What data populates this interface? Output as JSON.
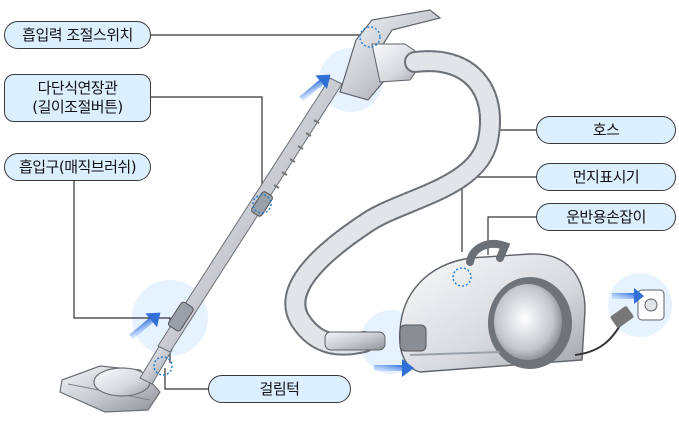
{
  "callouts": {
    "suction_switch": "흡입력 조절스위치",
    "extension_pipe_line1": "다단식연장관",
    "extension_pipe_line2": "(길이조절버튼)",
    "nozzle": "흡입구(매직브러쉬)",
    "hose": "호스",
    "dust_indicator": "먼지표시기",
    "carry_handle": "운반용손잡이",
    "hook": "걸림턱"
  },
  "colors": {
    "callout_fill": "#dcefff",
    "callout_border": "#3a3a3a",
    "arrow_blue": "#2f6fd6",
    "highlight_circle": "#e6f2ff",
    "metal": "#b9bcc2"
  }
}
